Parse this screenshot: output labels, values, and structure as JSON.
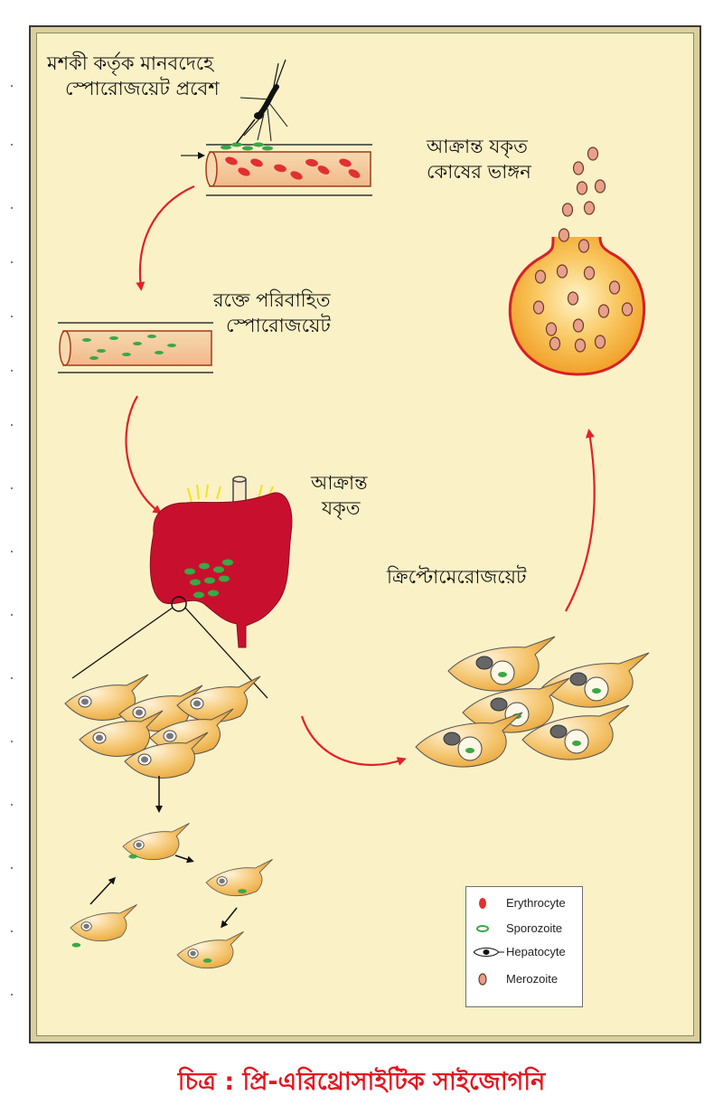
{
  "labels": {
    "mosquito_entry": [
      "মশকী কর্তৃক মানবদেহে",
      "স্পোরোজয়েট প্রবেশ"
    ],
    "blood_sporozoite": [
      "রক্তে পরিবাহিত",
      "স্পোরোজয়েট"
    ],
    "infected_liver": [
      "আক্রান্ত",
      "যকৃত"
    ],
    "cryptomerozoite": "ক্রিপ্টোমেরোজয়েট",
    "liver_cell_rupture": [
      "আক্রান্ত যকৃত",
      "কোষের ভাঙ্গন"
    ]
  },
  "legend": {
    "items": [
      {
        "label": "Erythrocyte",
        "icon": "erythrocyte-icon"
      },
      {
        "label": "Sporozoite",
        "icon": "sporozoite-icon"
      },
      {
        "label": "Hepatocyte",
        "icon": "hepatocyte-icon"
      },
      {
        "label": "Merozoite",
        "icon": "merozoite-icon"
      }
    ]
  },
  "caption": {
    "prefix": "চিত্র : ",
    "text": "প্রি-এরিথ্রোসাইটিক সাইজোগনি"
  },
  "colors": {
    "panel_bg": "#fbf1c6",
    "arrow_red": "#e2202a",
    "erythrocyte_red": "#e03030",
    "sporozoite_green": "#3aa845",
    "liver_red": "#c8102e",
    "hepatocyte_fill": "#f2b24a",
    "caption_red": "#e4151f",
    "merozoite_fill": "#e9a08a"
  }
}
